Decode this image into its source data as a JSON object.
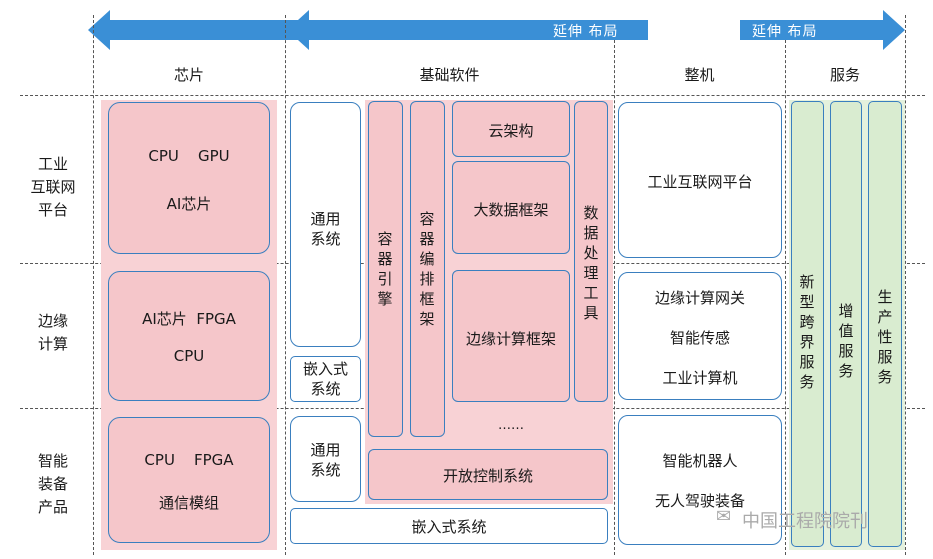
{
  "arrows": {
    "left_label": "延伸 布局",
    "right_label": "延伸 布局"
  },
  "headers": {
    "chip": "芯片",
    "software": "基础软件",
    "machine": "整机",
    "service": "服务"
  },
  "rows": {
    "industrial": "工业\n互联网\n平台",
    "edge": "边缘\n计算",
    "smart": "智能\n装备\n产品"
  },
  "chip": {
    "industrial": {
      "line1": "CPU    GPU",
      "line2": "AI芯片"
    },
    "edge": {
      "line1": "AI芯片  FPGA",
      "line2": "CPU"
    },
    "smart": {
      "line1": "CPU    FPGA",
      "line2": "通信模组"
    }
  },
  "software": {
    "general_system_1": "通用\n系统",
    "embedded_1": "嵌入式\n系统",
    "general_system_2": "通用\n系统",
    "container_engine": "容\n器\n引\n擎",
    "container_orchestration": "容\n器\n编\n排\n框\n架",
    "cloud": "云架构",
    "bigdata": "大数据框架",
    "edge_framework": "边缘计算框架",
    "data_tools": "数\n据\n处\n理\n工\n具",
    "ellipsis": "……",
    "open_control": "开放控制系统",
    "embedded_bottom": "嵌入式系统"
  },
  "machine": {
    "industrial": "工业互联网平台",
    "edge": {
      "line1": "边缘计算网关",
      "line2": "智能传感",
      "line3": "工业计算机"
    },
    "smart": {
      "line1": "智能机器人",
      "line2": "无人驾驶装备"
    }
  },
  "service": {
    "new": "新\n型\n跨\n界\n服\n务",
    "value_added": "增\n值\n服\n务",
    "productive": "生\n产\n性\n服\n务"
  },
  "watermark": "中国工程院院刊",
  "colors": {
    "arrow": "#3a8fd6",
    "pink": "#f5c6ca",
    "green": "#d9ecd0",
    "border": "#3a7fbf"
  }
}
